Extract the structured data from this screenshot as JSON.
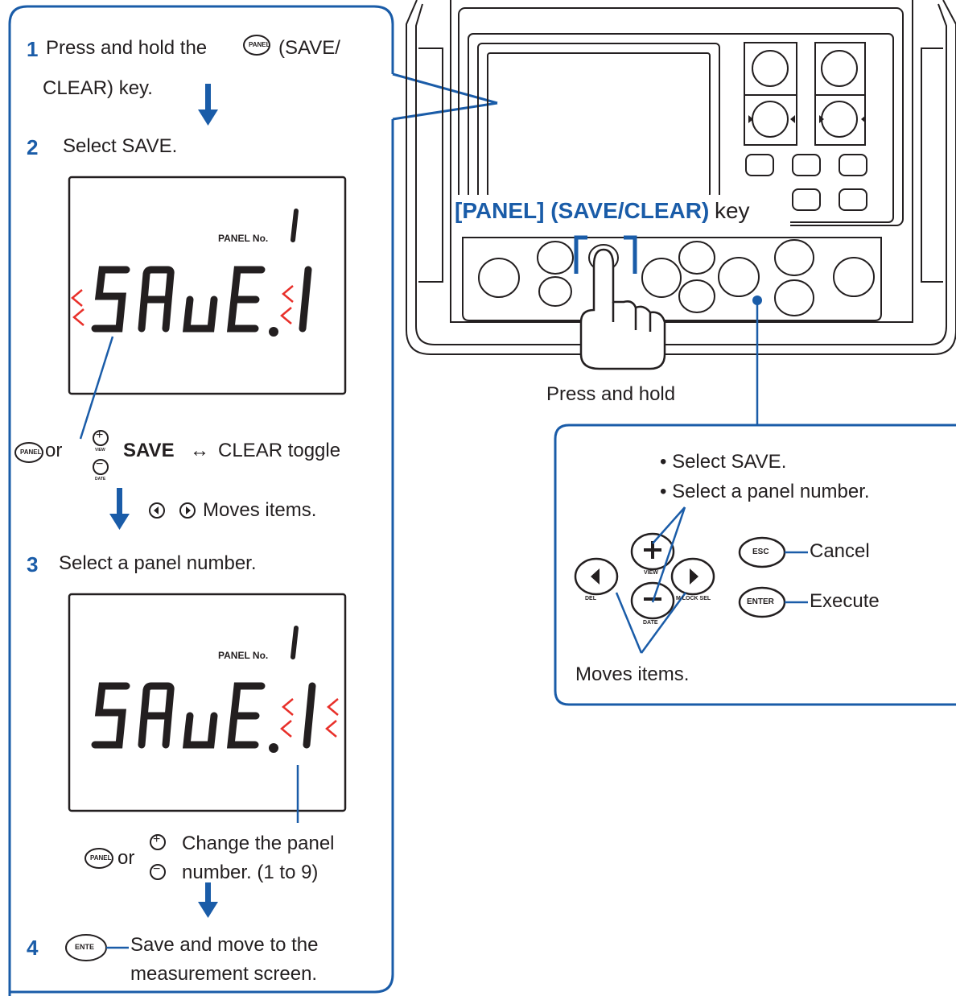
{
  "steps": {
    "s1_num": "1",
    "s1_text_a": "Press and hold the",
    "s1_text_b": "(SAVE/",
    "s1_text_c": "CLEAR) key.",
    "s2_num": "2",
    "s2_text": "Select SAVE.",
    "s3_num": "3",
    "s3_text": "Select a panel number.",
    "s4_num": "4",
    "s4_text_a": "Save and move to the",
    "s4_text_b": "measurement screen."
  },
  "lcd": {
    "panel_no_label": "PANEL No.",
    "panel_digit": "1",
    "readout": "SAuE.1"
  },
  "toggle": {
    "or": "or",
    "save": "SAVE",
    "arrow": "↔",
    "rest": "CLEAR toggle",
    "moves": "Moves items."
  },
  "change": {
    "or": "or",
    "line1": "Change the panel",
    "line2": "number. (1 to 9)"
  },
  "key_labels": {
    "panel": "PANEL",
    "plus": "+",
    "minus": "−",
    "view": "VIEW",
    "date": "DATE",
    "enter_short": "ENTE",
    "esc": "ESC",
    "enter": "ENTER",
    "del": "DEL",
    "lock_sel": "M LOCK SEL"
  },
  "device": {
    "callout_bold": "[PANEL] (SAVE/CLEAR)",
    "callout_rest": "key",
    "press_hold": "Press and hold"
  },
  "legend": {
    "bullet1": "• Select SAVE.",
    "bullet2": "• Select a panel number.",
    "cancel": "Cancel",
    "execute": "Execute",
    "moves": "Moves items."
  },
  "colors": {
    "accent_blue": "#1a5ca8",
    "blink_red": "#e8302a",
    "ink": "#231f20"
  }
}
